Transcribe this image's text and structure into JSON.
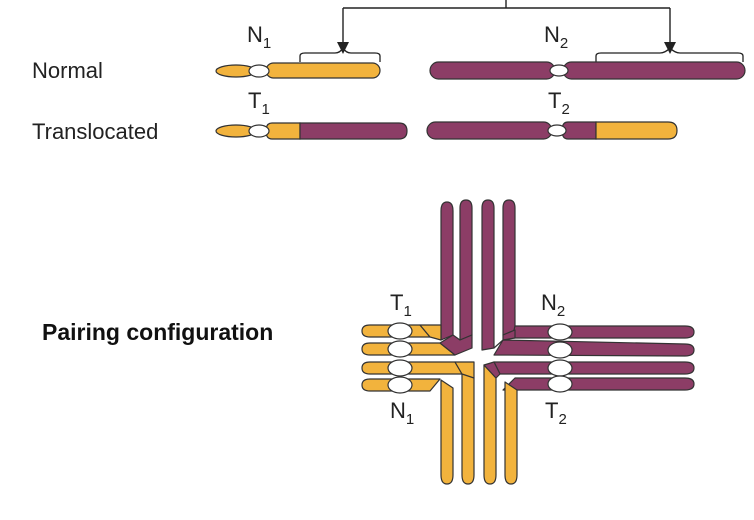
{
  "rows": {
    "normal_label": "Normal",
    "translocated_label": "Translocated"
  },
  "chromosomes": {
    "n1": {
      "letter": "N",
      "sub": "1"
    },
    "n2": {
      "letter": "N",
      "sub": "2"
    },
    "t1": {
      "letter": "T",
      "sub": "1"
    },
    "t2": {
      "letter": "T",
      "sub": "2"
    }
  },
  "pairing": {
    "title": "Pairing configuration"
  },
  "colors": {
    "yellow": "#F2B33D",
    "purple": "#8C3D66",
    "centromere": "#ffffff",
    "line": "#222222"
  }
}
